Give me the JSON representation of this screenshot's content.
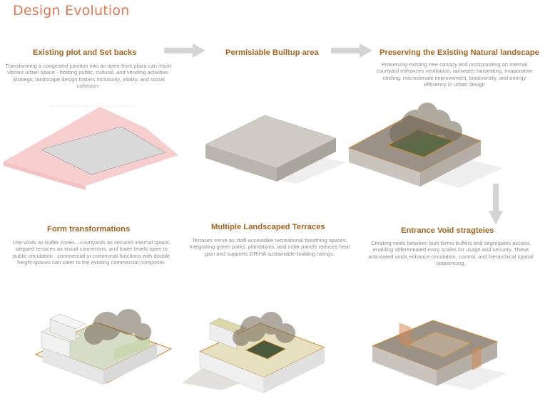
{
  "page": {
    "title": "Design Evolution"
  },
  "steps": [
    {
      "title": "Existing plot and Set backs",
      "description": "Transforming a congested junction into an open-front plaza can insert vibrant urban space - hosting public, cultural, and vending activities. Strategic landscape design fosters inclusivity, vitality, and social cohesion."
    },
    {
      "title": "Permisiable Builtup area",
      "description": ""
    },
    {
      "title": "Preserving the Existing Natural landscape",
      "description": "Preserving existing tree canopy and incorporating an internal courtyard enhances ventilation, rainwater harvesting, evaporative cooling, microclimate improvement, biodiversity, and energy efficiency in urban design"
    },
    {
      "title": "Form transformations",
      "description": "Use voids as buffer zones—courtyards as secured internal space, stepped terraces as visual connectors, and lower levels open to public circulation . commercial or communal functions with double height spaces can cater to the existing commercial componet."
    },
    {
      "title": "Multiple Landscaped Terraces",
      "description": "Terraces serve as staff-accessible recreational breathing spaces. Integrating green parks, plantations, and solar panels reduces heat gain and supports GRIHA sustainable-building ratings."
    },
    {
      "title": "Entrance Void stragteies",
      "description": "Creating voids between built forms buffers and segregates access, enabling differentiated entry scales for usage and security. These articulated voids enhance circulation, control, and hierarchical spatial sequencing."
    }
  ],
  "colors": {
    "title": "#e07a52",
    "step_title": "#a8641c",
    "body_text": "#8c8c8c",
    "arrow": "#d4d4d4",
    "setback": "#f6c6c6",
    "plot": "#d9d9d9",
    "massing": "#c6c1ba",
    "outline": "#d08a2e",
    "terrace_green": "#c9d8b0",
    "terrace_yellow": "#ddd6a8",
    "tree": "#6e6452"
  }
}
